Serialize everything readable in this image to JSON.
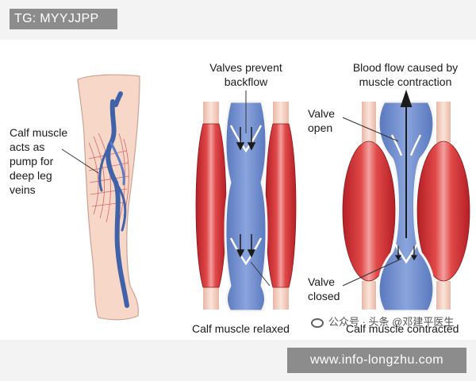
{
  "header": {
    "tg_label": "TG: MYYJJPP"
  },
  "footer": {
    "url_label": "www.info-longzhu.com"
  },
  "labels": {
    "calf_pump": [
      "Calf muscle",
      "acts as",
      "pump for",
      "deep leg",
      "veins"
    ],
    "valves_prevent": [
      "Valves prevent",
      "backflow"
    ],
    "blood_flow": [
      "Blood flow caused by",
      "muscle contraction"
    ],
    "valve_open": [
      "Valve",
      "open"
    ],
    "valve_closed": [
      "Valve",
      "closed"
    ],
    "relaxed_caption": "Calf muscle relaxed",
    "contracted_caption": "Calf muscle contracted"
  },
  "watermark": {
    "text": "公众号 · 头条 @邓建平医生"
  },
  "colors": {
    "muscle": "#c8282e",
    "muscle_highlight": "#f06c6c",
    "vein": "#6f8fcf",
    "vein_dark": "#3f62a8",
    "skin": "#f7d7c8",
    "skin_outline": "#c9a394"
  }
}
